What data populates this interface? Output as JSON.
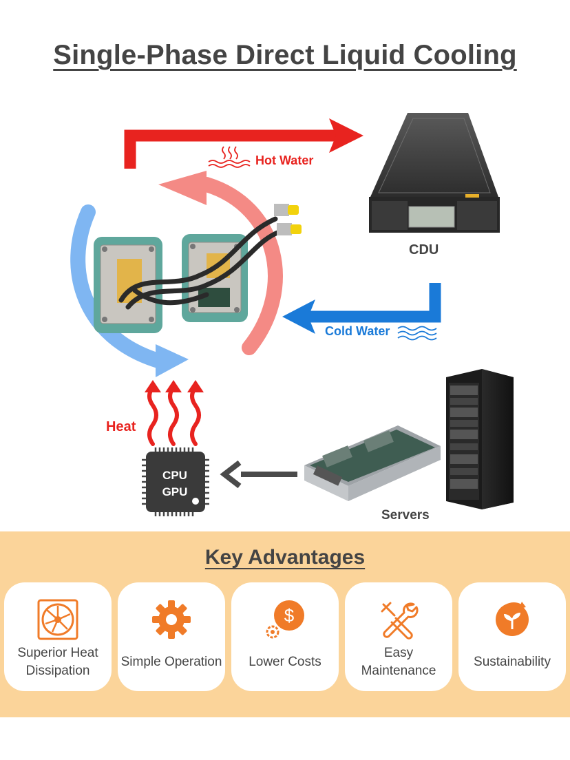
{
  "title": "Single-Phase Direct Liquid Cooling",
  "labels": {
    "hot_water": "Hot Water",
    "cold_water": "Cold Water",
    "heat": "Heat",
    "cdu": "CDU",
    "servers": "Servers",
    "chip_line1": "CPU",
    "chip_line2": "GPU"
  },
  "advantages": {
    "heading": "Key Advantages",
    "items": [
      {
        "label": "Superior Heat Dissipation",
        "icon": "fan-icon"
      },
      {
        "label": "Simple Operation",
        "icon": "gear-icon"
      },
      {
        "label": "Lower Costs",
        "icon": "dollar-coin-icon"
      },
      {
        "label": "Easy Maintenance",
        "icon": "tools-icon"
      },
      {
        "label": "Sustainability",
        "icon": "plant-cycle-icon"
      }
    ]
  },
  "colors": {
    "hot": "#e8231f",
    "cold": "#1a7ad8",
    "accent": "#f07b28",
    "panel": "#fbd49a",
    "text": "#444444"
  }
}
